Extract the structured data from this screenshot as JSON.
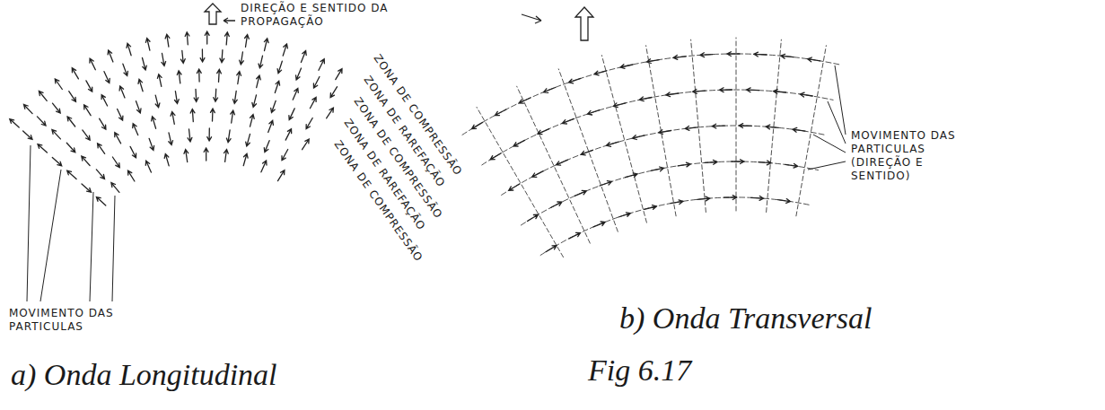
{
  "diagram": {
    "caption": "Fig 6.17",
    "labels": [
      "DIREÇÃO E SENTIDO DA PROPAGAÇÃO",
      "MOVIMENTO DAS PARTICULAS",
      "ZONA DE COMPRESSÃO",
      "ZONA DE RAREFAÇÃO",
      "ZONA DE COMPRESSÃO",
      "ZONA DE RAREFAÇÃO",
      "ZONA DE COMPRESSÃO",
      "a) Onda Longitudinal",
      "MOVIMENTO DAS PARTICULAS (DIREÇÃO E SENTIDO)",
      "b) Onda Transversal"
    ]
  }
}
